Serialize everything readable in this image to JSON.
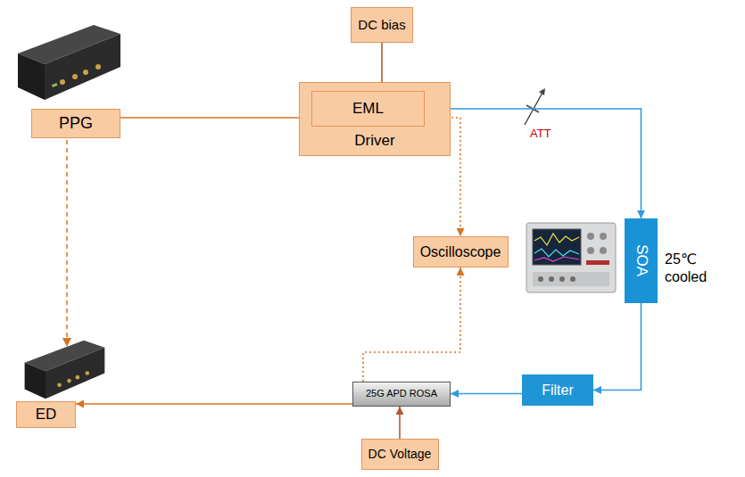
{
  "diagram": {
    "nodes": [
      {
        "text": [
          "PPG"
        ]
      },
      {
        "text": [
          "DC bias"
        ]
      },
      {
        "text": [
          "Driver"
        ]
      },
      {
        "text": [
          "EML"
        ],
        "in": 2
      },
      {
        "text": [
          "Oscilloscope"
        ]
      },
      {
        "text": [
          "SOA"
        ]
      },
      {
        "text": [
          "Filter"
        ]
      },
      {
        "text": [
          "25G APD ROSA"
        ]
      },
      {
        "text": [
          "DC Voltage"
        ]
      },
      {
        "text": [
          "ED"
        ]
      }
    ],
    "edges": [
      {
        "from": 0,
        "to": 3,
        "arrow": "to"
      },
      {
        "from": 1,
        "to": 3,
        "arrow": "to"
      },
      {
        "from": 3,
        "to": 5,
        "arrow": "to"
      },
      {
        "from": 5,
        "to": 6,
        "arrow": "to"
      },
      {
        "from": 6,
        "to": 7,
        "arrow": "to"
      },
      {
        "from": 8,
        "to": 7,
        "arrow": "to"
      },
      {
        "from": 7,
        "to": 9,
        "arrow": "to"
      },
      {
        "from": 3,
        "to": 4,
        "arrow": "to"
      },
      {
        "from": 7,
        "to": 4,
        "arrow": "to"
      }
    ],
    "labels": [
      "ATT",
      "25℃ cooled"
    ]
  }
}
